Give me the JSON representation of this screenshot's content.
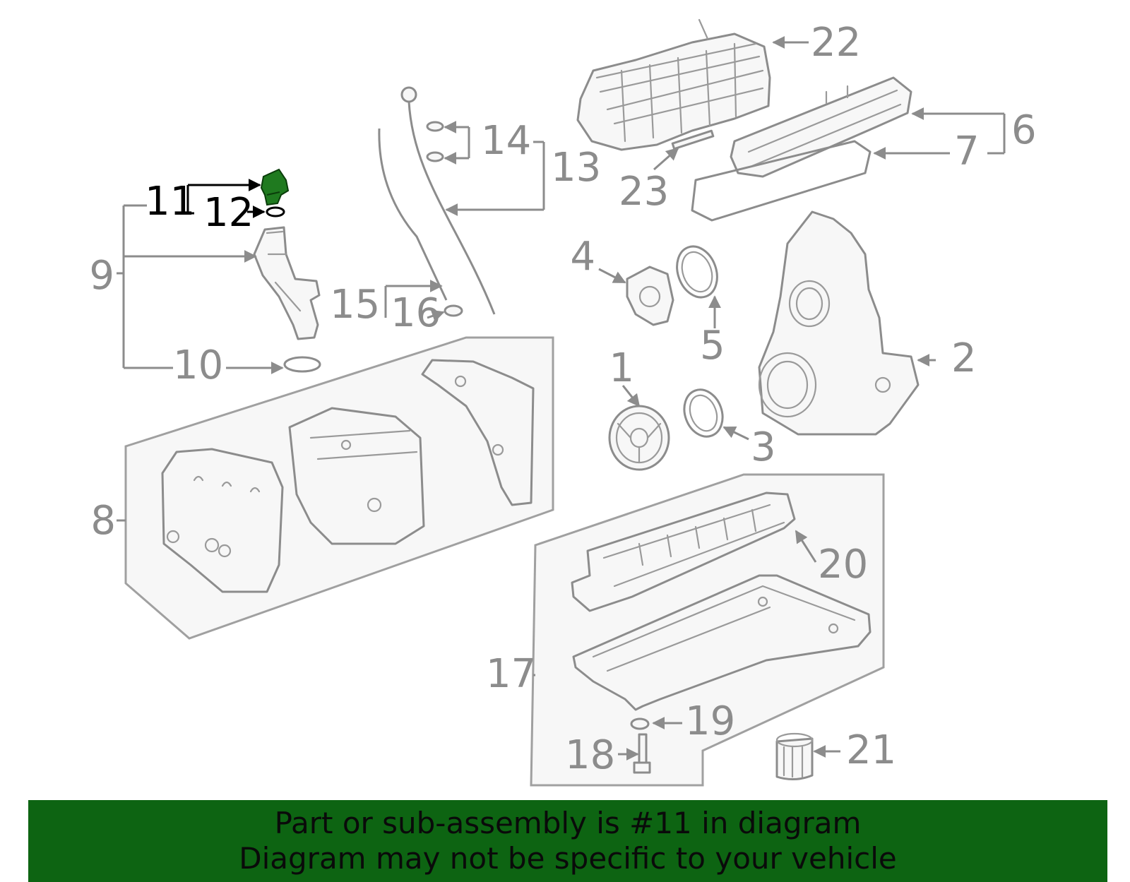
{
  "diagram": {
    "callouts": {
      "c1": "1",
      "c2": "2",
      "c3": "3",
      "c4": "4",
      "c5": "5",
      "c6": "6",
      "c7": "7",
      "c8": "8",
      "c9": "9",
      "c10": "10",
      "c11": "11",
      "c12": "12",
      "c13": "13",
      "c14": "14",
      "c15": "15",
      "c16": "16",
      "c17": "17",
      "c18": "18",
      "c19": "19",
      "c20": "20",
      "c21": "21",
      "c22": "22",
      "c23": "23"
    },
    "highlighted_part": "11",
    "colors": {
      "line_art": "#8c8c8c",
      "highlight_part": "#1f7a1f",
      "highlight_text": "#000000",
      "banner_bg": "#0d6412"
    }
  },
  "banner": {
    "line1": "Part or sub-assembly is #11 in diagram",
    "line2": "Diagram may not be specific to your vehicle"
  }
}
